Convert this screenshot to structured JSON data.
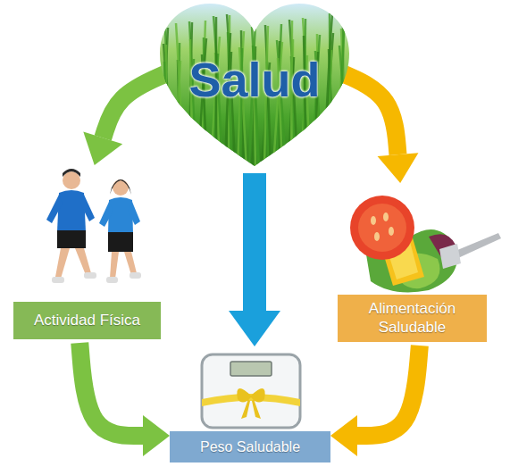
{
  "diagram": {
    "nodes": [
      {
        "text": [
          "Salud"
        ]
      },
      {
        "text": [
          "Actividad Física"
        ]
      },
      {
        "text": [
          "Alimentación Saludable"
        ]
      },
      {
        "text": [
          "Peso Saludable"
        ]
      }
    ],
    "edges": [
      {
        "from": 0,
        "to": 1,
        "arrow": "to"
      },
      {
        "from": 0,
        "to": 2,
        "arrow": "to"
      },
      {
        "from": 0,
        "to": 3,
        "arrow": "to"
      },
      {
        "from": 1,
        "to": 3,
        "arrow": "to"
      },
      {
        "from": 2,
        "to": 3,
        "arrow": "to"
      }
    ]
  }
}
